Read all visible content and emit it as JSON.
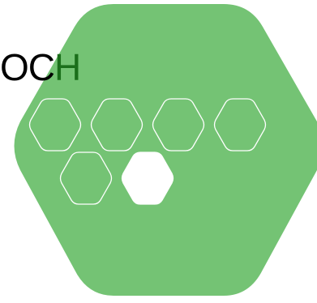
{
  "logo": {
    "text_dark": "OC",
    "text_green": "H",
    "colors": {
      "background": "#ffffff",
      "hexagon_fill": "#74c374",
      "cell_outline": "#ffffff",
      "cell_filled": "#ffffff",
      "text_dark": "#000000",
      "text_green": "#1b6f1b"
    },
    "icon": "hexagon-logo-icon",
    "cells": {
      "outline_count": 5,
      "filled_count": 1
    }
  }
}
